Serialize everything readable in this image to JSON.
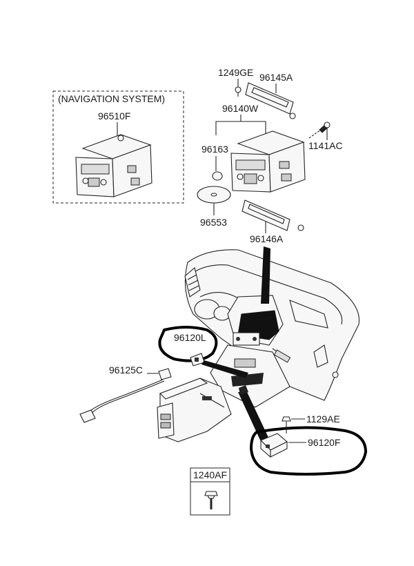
{
  "nav_box": {
    "title": "(NAVIGATION SYSTEM)",
    "part": "96510F"
  },
  "labels": {
    "p1249GE": "1249GE",
    "p96145A": "96145A",
    "p96140W": "96140W",
    "p96163": "96163",
    "p1141AC": "1141AC",
    "p96553": "96553",
    "p96146A": "96146A",
    "p96120L": "96120L",
    "p96125C": "96125C",
    "p1129AE": "1129AE",
    "p96120F": "96120F",
    "p1240AF": "1240AF"
  },
  "icons": [
    "audio-head-unit",
    "navigation-head-unit",
    "mounting-bracket",
    "screw",
    "cd-disc",
    "dashboard",
    "center-console",
    "usb-cable",
    "aux-jack-module",
    "bolt"
  ]
}
